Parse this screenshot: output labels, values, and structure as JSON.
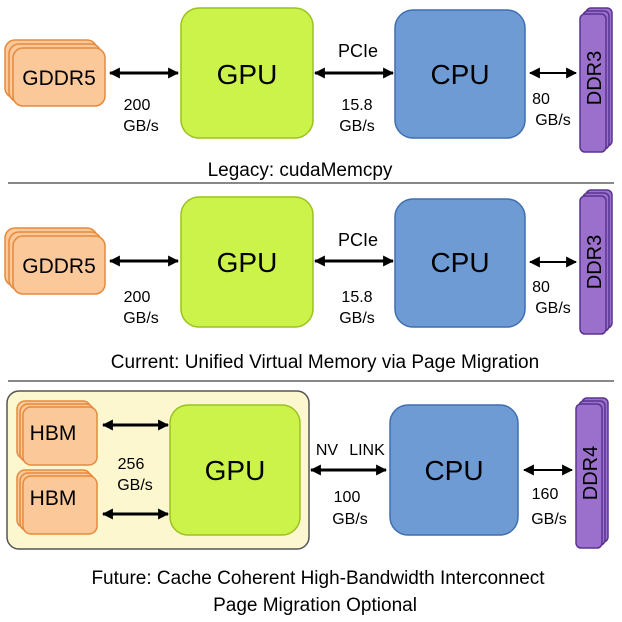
{
  "panels": [
    {
      "memory_label": "GDDR5",
      "gpu_label": "GPU",
      "cpu_label": "CPU",
      "ddr_label": "DDR3",
      "link_label": "PCIe",
      "mem_bw_value": "200",
      "mem_bw_unit": "GB/s",
      "link_bw_value": "15.8",
      "link_bw_unit": "GB/s",
      "ddr_bw_value": "80",
      "ddr_bw_unit": "GB/s",
      "caption": "Legacy: cudaMemcpy"
    },
    {
      "memory_label": "GDDR5",
      "gpu_label": "GPU",
      "cpu_label": "CPU",
      "ddr_label": "DDR3",
      "link_label": "PCIe",
      "mem_bw_value": "200",
      "mem_bw_unit": "GB/s",
      "link_bw_value": "15.8",
      "link_bw_unit": "GB/s",
      "ddr_bw_value": "80",
      "ddr_bw_unit": "GB/s",
      "caption": "Current: Unified Virtual Memory via Page Migration"
    },
    {
      "hbm_top_label": "HBM",
      "hbm_bottom_label": "HBM",
      "gpu_label": "GPU",
      "cpu_label": "CPU",
      "ddr_label": "DDR4",
      "link_label_part1": "NV",
      "link_label_part2": "LINK",
      "mem_bw_value": "256",
      "mem_bw_unit": "GB/s",
      "link_bw_value": "100",
      "link_bw_unit": "GB/s",
      "ddr_bw_value": "160",
      "ddr_bw_unit": "GB/s",
      "caption_line1": "Future: Cache Coherent High-Bandwidth Interconnect",
      "caption_line2": "Page Migration Optional"
    }
  ],
  "colors": {
    "memory_fill": "#fbc89a",
    "memory_stroke": "#e58a3c",
    "gpu_fill": "#ccf34a",
    "gpu_stroke": "#9bc21e",
    "cpu_fill": "#6f9bd4",
    "cpu_stroke": "#3f6fb0",
    "ddr_fill": "#9a70cc",
    "ddr_stroke": "#5a3390",
    "package_fill": "#fdf7d0",
    "package_stroke": "#555555",
    "separator": "#888888"
  }
}
